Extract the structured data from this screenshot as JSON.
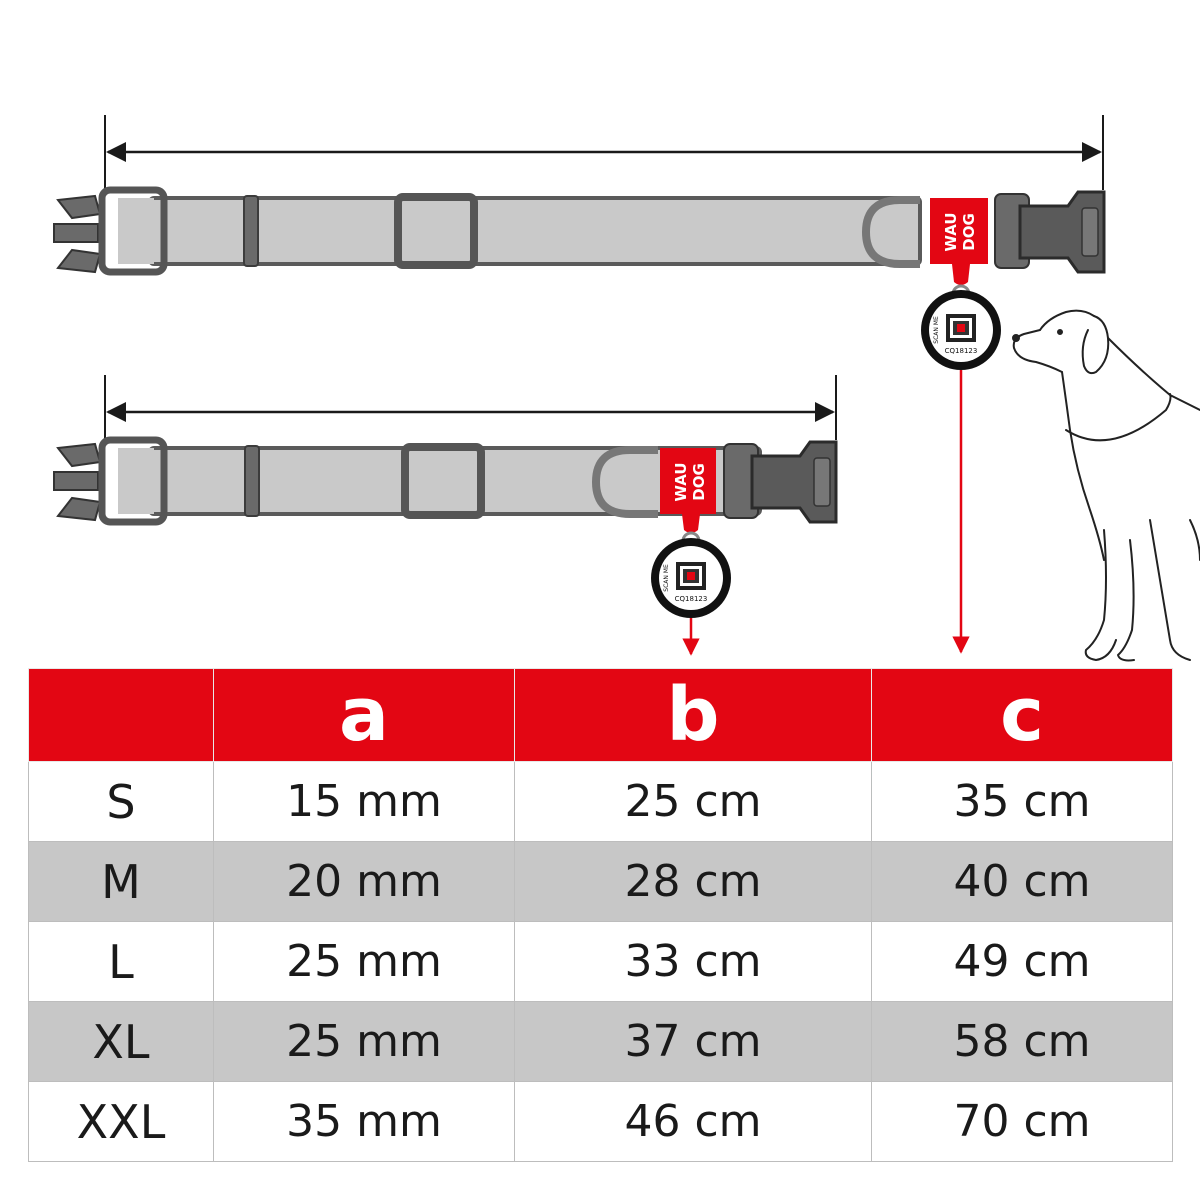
{
  "colors": {
    "accent": "#e30613",
    "strap": "#c9c9c9",
    "hardware": "#5a5a5a",
    "row_alt": "#c7c7c7"
  },
  "tag": {
    "brand_line1": "WAU",
    "brand_line2": "DOG",
    "scan_label": "SCAN ME",
    "code": "CQ18123"
  },
  "table": {
    "headers": [
      "",
      "a",
      "b",
      "c"
    ],
    "rows": [
      [
        "S",
        "15 mm",
        "25 cm",
        "35 cm"
      ],
      [
        "M",
        "20 mm",
        "28 cm",
        "40 cm"
      ],
      [
        "L",
        "25 mm",
        "33 cm",
        "49 cm"
      ],
      [
        "XL",
        "25 mm",
        "37 cm",
        "58 cm"
      ],
      [
        "XXL",
        "35 mm",
        "46 cm",
        "70 cm"
      ]
    ]
  }
}
